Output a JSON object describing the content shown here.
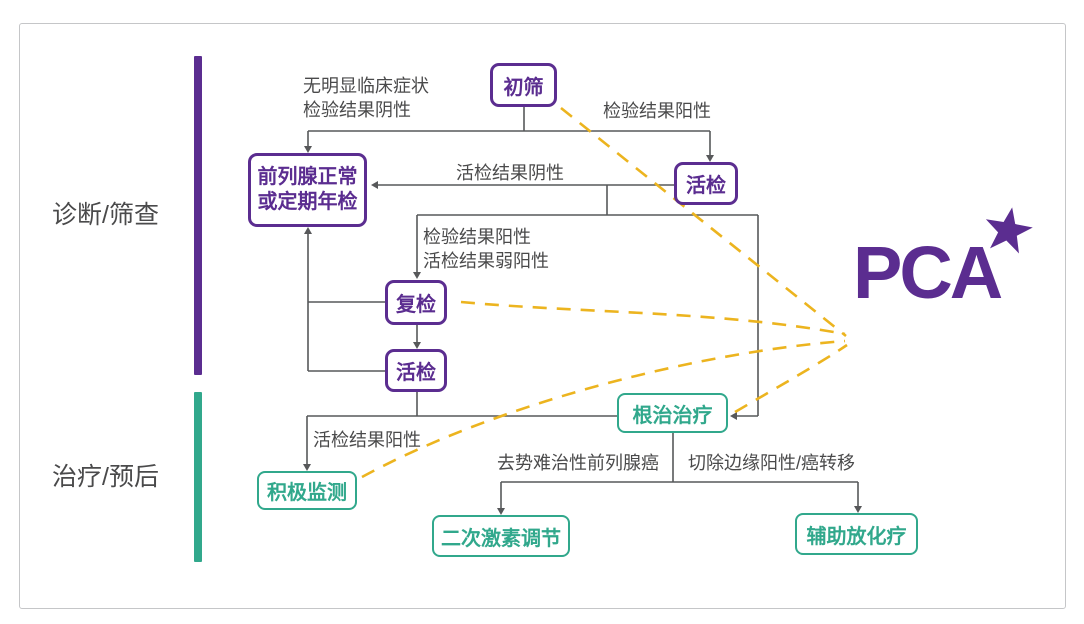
{
  "diagram": {
    "brand": {
      "logo_text": "PCA",
      "logo_icon": "star"
    },
    "sections": [
      {
        "id": "diagnosis",
        "label": "诊断/筛查",
        "color": "#5b2d90"
      },
      {
        "id": "treatment",
        "label": "治疗/预后",
        "color": "#31a88c"
      }
    ],
    "nodes": {
      "initial_screening": {
        "label": "初筛"
      },
      "biopsy_top": {
        "label": "活检"
      },
      "prostate_normal": {
        "label_line1": "前列腺正常",
        "label_line2": "或定期年检"
      },
      "recheck": {
        "label": "复检"
      },
      "biopsy_second": {
        "label": "活检"
      },
      "radical_treatment": {
        "label": "根治治疗"
      },
      "active_monitoring": {
        "label": "积极监测"
      },
      "hormone_regulation": {
        "label": "二次激素调节"
      },
      "adjuvant_therapy": {
        "label": "辅助放化疗"
      }
    },
    "edge_labels": {
      "no_symptoms_line1": "无明显临床症状",
      "no_symptoms_line2": "检验结果阴性",
      "test_positive": "检验结果阳性",
      "biopsy_negative": "活检结果阴性",
      "recheck_line1": "检验结果阳性",
      "recheck_line2": "活检结果弱阳性",
      "biopsy_positive": "活检结果阳性",
      "castration_resistant": "去势难治性前列腺癌",
      "margin_positive": "切除边缘阳性/癌转移"
    },
    "colors": {
      "purple": "#5b2d90",
      "teal": "#31a88c",
      "dashed_yellow": "#ecb41f",
      "line_gray": "#57585a",
      "label_gray": "#4a4a4b"
    }
  }
}
